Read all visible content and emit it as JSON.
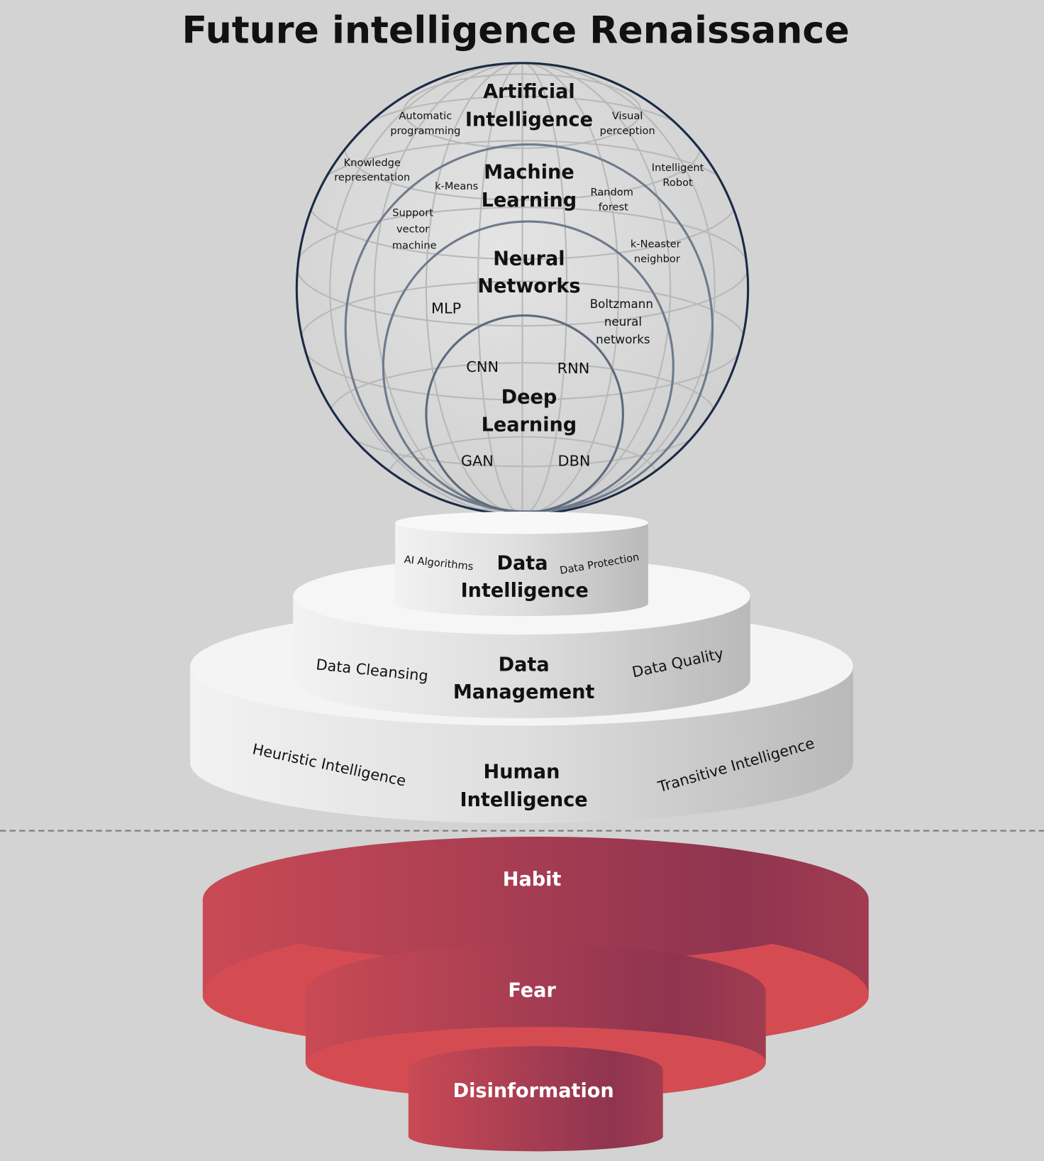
{
  "title": "Future intelligence Renaissance",
  "sphere": {
    "ai": {
      "line1": "Artificial",
      "line2": "Intelligence"
    },
    "ai_items": [
      {
        "l1": "Automatic",
        "l2": "programming"
      },
      {
        "l1": "Visual",
        "l2": "perception"
      },
      {
        "l1": "Knowledge",
        "l2": "representation"
      },
      {
        "l1": "Intelligent",
        "l2": "Robot"
      }
    ],
    "ml": {
      "line1": "Machine",
      "line2": "Learning"
    },
    "ml_items": [
      {
        "l1": "k-Means"
      },
      {
        "l1": "Random",
        "l2": "forest"
      },
      {
        "l1": "Support",
        "l2": "vector",
        "l3": "machine"
      },
      {
        "l1": "k-Neaster",
        "l2": "neighbor"
      }
    ],
    "nn": {
      "line1": "Neural",
      "line2": "Networks"
    },
    "nn_items": [
      {
        "l1": "MLP"
      },
      {
        "l1": "Boltzmann",
        "l2": "neural",
        "l3": "networks"
      }
    ],
    "dl": {
      "line1": "Deep",
      "line2": "Learning"
    },
    "dl_items": [
      "CNN",
      "RNN",
      "GAN",
      "DBN"
    ]
  },
  "pedestal": {
    "data_intelligence": {
      "line1": "Data",
      "line2": "Intelligence",
      "left": "AI Algorithms",
      "right": "Data Protection"
    },
    "data_management": {
      "line1": "Data",
      "line2": "Management",
      "left": "Data Cleansing",
      "right": "Data Quality"
    },
    "human_intelligence": {
      "line1": "Human",
      "line2": "Intelligence",
      "left": "Heuristic Intelligence",
      "right": "Transitive Intelligence"
    }
  },
  "barriers": [
    "Habit",
    "Fear",
    "Disinformation"
  ],
  "colors": {
    "sphere_outline": "#1b2b45",
    "inner_ring": "#6e7b8c",
    "barrier_top": "#d44c52",
    "barrier_side_dark": "#8e3450"
  }
}
